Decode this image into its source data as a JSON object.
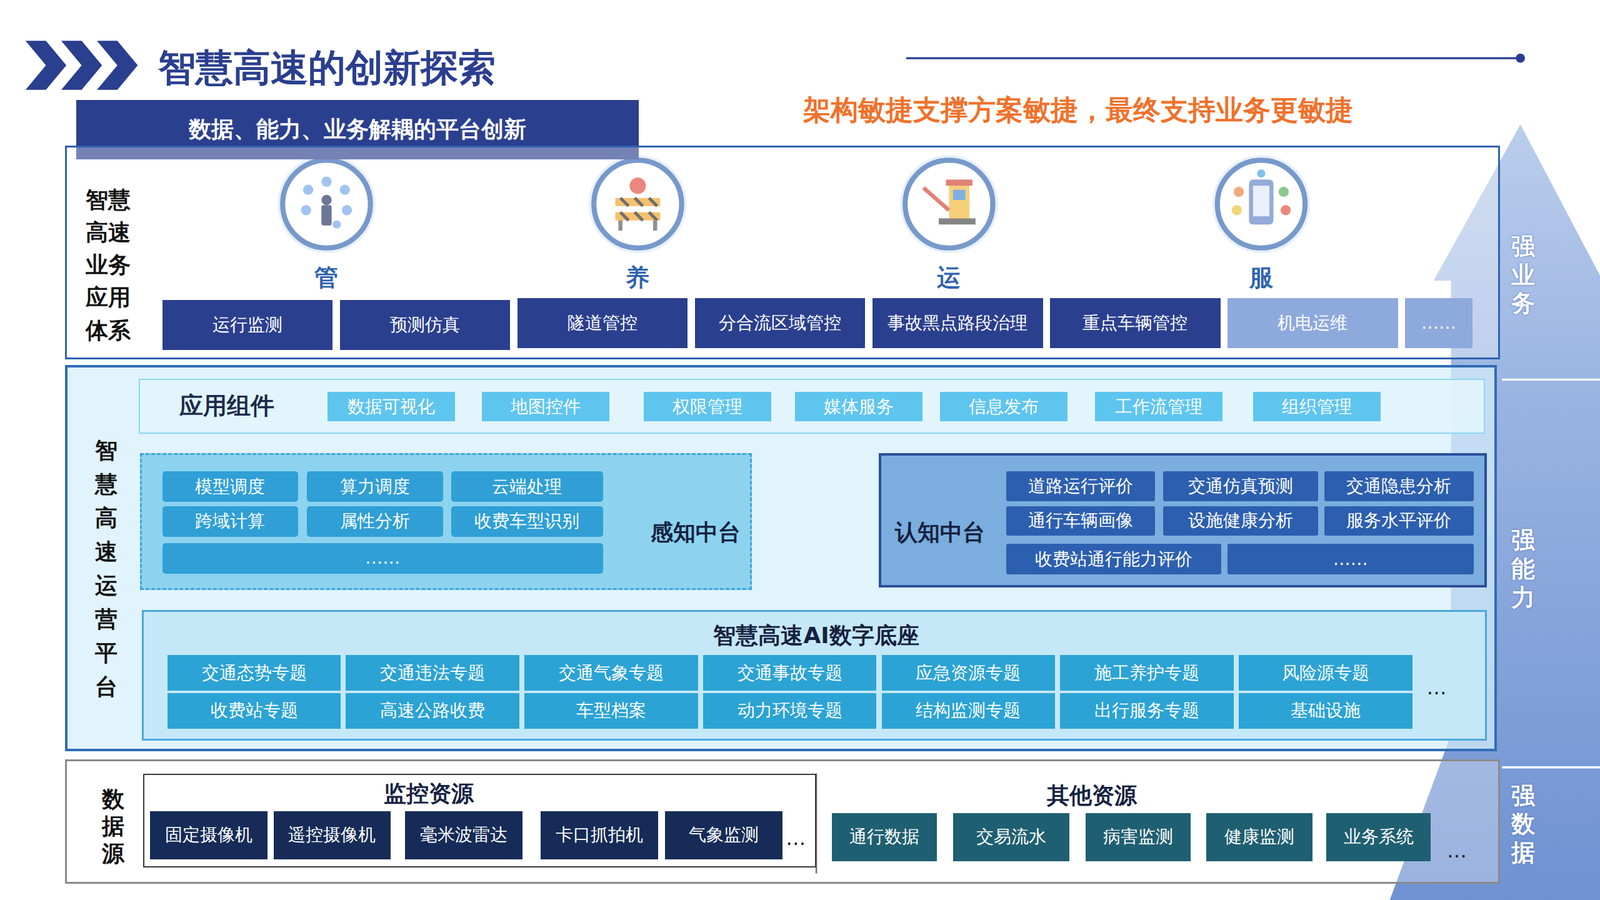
{
  "diagram": {
    "title": "智慧高速的创新探索",
    "nodes": [
      {
        "text": [
          "数据、能力、业务解耦的平台创新"
        ]
      },
      {
        "text": [
          "智慧高速业务应用体系"
        ]
      },
      {
        "text": [
          "管"
        ],
        "in": 1
      },
      {
        "text": [
          "养"
        ],
        "in": 1
      },
      {
        "text": [
          "运"
        ],
        "in": 1
      },
      {
        "text": [
          "服"
        ],
        "in": 1
      },
      {
        "text": [
          "运行监测"
        ],
        "in": 1
      },
      {
        "text": [
          "预测仿真"
        ],
        "in": 1
      },
      {
        "text": [
          "隧道管控"
        ],
        "in": 1
      },
      {
        "text": [
          "分合流区域管控"
        ],
        "in": 1
      },
      {
        "text": [
          "事故黑点路段治理"
        ],
        "in": 1
      },
      {
        "text": [
          "重点车辆管控"
        ],
        "in": 1
      },
      {
        "text": [
          "机电运维"
        ],
        "in": 1
      },
      {
        "text": [
          "……"
        ],
        "in": 1
      },
      {
        "text": [
          "智慧高速运营平台"
        ]
      },
      {
        "text": [
          "应用组件"
        ],
        "in": 14
      },
      {
        "text": [
          "数据可视化"
        ],
        "in": 15
      },
      {
        "text": [
          "地图控件"
        ],
        "in": 15
      },
      {
        "text": [
          "权限管理"
        ],
        "in": 15
      },
      {
        "text": [
          "媒体服务"
        ],
        "in": 15
      },
      {
        "text": [
          "信息发布"
        ],
        "in": 15
      },
      {
        "text": [
          "工作流管理"
        ],
        "in": 15
      },
      {
        "text": [
          "组织管理"
        ],
        "in": 15
      },
      {
        "text": [
          "感知中台"
        ],
        "in": 14
      },
      {
        "text": [
          "模型调度"
        ],
        "in": 23
      },
      {
        "text": [
          "算力调度"
        ],
        "in": 23
      },
      {
        "text": [
          "云端处理"
        ],
        "in": 23
      },
      {
        "text": [
          "跨域计算"
        ],
        "in": 23
      },
      {
        "text": [
          "属性分析"
        ],
        "in": 23
      },
      {
        "text": [
          "收费车型识别"
        ],
        "in": 23
      },
      {
        "text": [
          "……"
        ],
        "in": 23
      },
      {
        "text": [
          "认知中台"
        ],
        "in": 14
      },
      {
        "text": [
          "道路运行评价"
        ],
        "in": 31
      },
      {
        "text": [
          "交通仿真预测"
        ],
        "in": 31
      },
      {
        "text": [
          "交通隐患分析"
        ],
        "in": 31
      },
      {
        "text": [
          "通行车辆画像"
        ],
        "in": 31
      },
      {
        "text": [
          "设施健康分析"
        ],
        "in": 31
      },
      {
        "text": [
          "服务水平评价"
        ],
        "in": 31
      },
      {
        "text": [
          "收费站通行能力评价"
        ],
        "in": 31
      },
      {
        "text": [
          "……"
        ],
        "in": 31
      },
      {
        "text": [
          "智慧高速AI数字底座"
        ],
        "in": 14
      },
      {
        "text": [
          "交通态势专题"
        ],
        "in": 40
      },
      {
        "text": [
          "交通违法专题"
        ],
        "in": 40
      },
      {
        "text": [
          "交通气象专题"
        ],
        "in": 40
      },
      {
        "text": [
          "交通事故专题"
        ],
        "in": 40
      },
      {
        "text": [
          "应急资源专题"
        ],
        "in": 40
      },
      {
        "text": [
          "施工养护专题"
        ],
        "in": 40
      },
      {
        "text": [
          "风险源专题"
        ],
        "in": 40
      },
      {
        "text": [
          "收费站专题"
        ],
        "in": 40
      },
      {
        "text": [
          "高速公路收费"
        ],
        "in": 40
      },
      {
        "text": [
          "车型档案"
        ],
        "in": 40
      },
      {
        "text": [
          "动力环境专题"
        ],
        "in": 40
      },
      {
        "text": [
          "结构监测专题"
        ],
        "in": 40
      },
      {
        "text": [
          "出行服务专题"
        ],
        "in": 40
      },
      {
        "text": [
          "基础设施"
        ],
        "in": 40
      },
      {
        "text": [
          "数据源"
        ]
      },
      {
        "text": [
          "监控资源"
        ],
        "in": 55
      },
      {
        "text": [
          "固定摄像机"
        ],
        "in": 56
      },
      {
        "text": [
          "遥控摄像机"
        ],
        "in": 56
      },
      {
        "text": [
          "毫米波雷达"
        ],
        "in": 56
      },
      {
        "text": [
          "卡口抓拍机"
        ],
        "in": 56
      },
      {
        "text": [
          "气象监测"
        ],
        "in": 56
      },
      {
        "text": [
          "其他资源"
        ],
        "in": 55
      },
      {
        "text": [
          "通行数据"
        ],
        "in": 62
      },
      {
        "text": [
          "交易流水"
        ],
        "in": 62
      },
      {
        "text": [
          "病害监测"
        ],
        "in": 62
      },
      {
        "text": [
          "健康监测"
        ],
        "in": 62
      },
      {
        "text": [
          "业务系统"
        ],
        "in": 62
      }
    ],
    "labels": [
      "架构敏捷支撑方案敏捷，最终支持业务更敏捷",
      "…",
      "…",
      "…",
      "强业务",
      "强能力",
      "强数据"
    ]
  }
}
